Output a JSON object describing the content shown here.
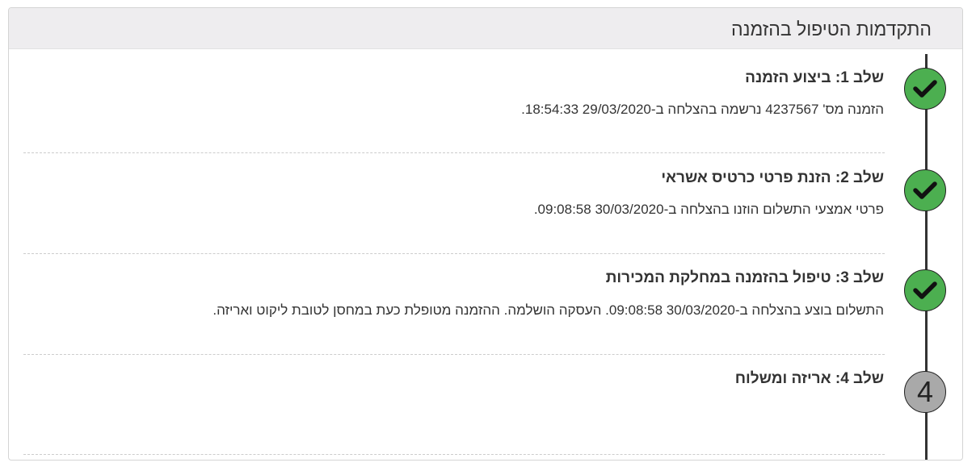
{
  "panel": {
    "title": "התקדמות הטיפול בהזמנה"
  },
  "colors": {
    "completed": "#4caf50",
    "pending": "#a9a9a9",
    "line": "#333333",
    "header_bg": "#eeedef"
  },
  "steps": [
    {
      "status": "completed",
      "icon": "checkmark-icon",
      "title": "שלב 1: ביצוע הזמנה",
      "description": "הזמנה מס' 4237567 נרשמה בהצלחה ב-29/03/2020 18:54:33."
    },
    {
      "status": "completed",
      "icon": "checkmark-icon",
      "title": "שלב 2: הזנת פרטי כרטיס אשראי",
      "description": "פרטי אמצעי התשלום הוזנו בהצלחה ב-30/03/2020 09:08:58."
    },
    {
      "status": "completed",
      "icon": "checkmark-icon",
      "title": "שלב 3: טיפול בהזמנה במחלקת המכירות",
      "description": "התשלום בוצע בהצלחה ב-30/03/2020 09:08:58. העסקה הושלמה. ההזמנה מטופלת כעת במחסן לטובת ליקוט ואריזה."
    },
    {
      "status": "pending",
      "number": "4",
      "title": "שלב 4: אריזה ומשלוח",
      "description": ""
    }
  ]
}
